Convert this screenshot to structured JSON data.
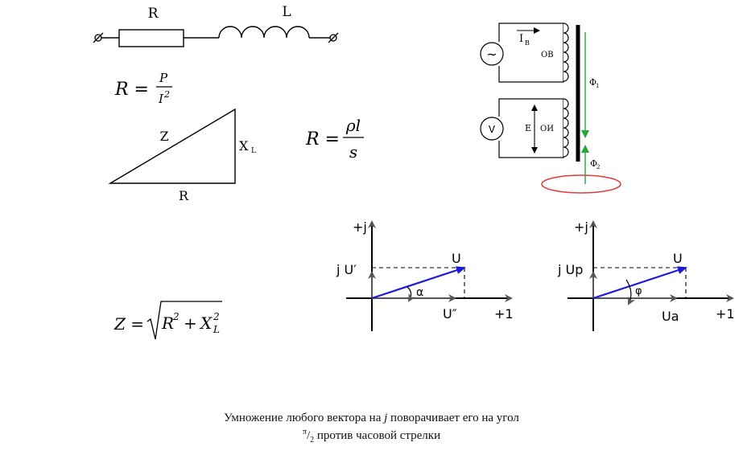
{
  "circuit": {
    "resistor_label": "R",
    "inductor_label": "L"
  },
  "formulas": {
    "r_lhs": "R =",
    "r_num": "P",
    "r_den": "I",
    "r_den_exp": "2",
    "rho_lhs": "R =",
    "rho_num": "ρl",
    "rho_den": "s",
    "z_lhs": "Z =",
    "z_r": "R",
    "z_r_exp": "2",
    "z_plus": "+",
    "z_x": "X",
    "z_x_exp": "2",
    "z_x_sub": "L"
  },
  "triangle": {
    "hyp_label": "Z",
    "side_label_main": "X",
    "side_label_sub": "L",
    "base_label": "R"
  },
  "transformer": {
    "current_label": "I",
    "current_sub": "B",
    "winding1": "ОВ",
    "winding2": "ОИ",
    "emf_label": "E",
    "voltmeter": "V",
    "flux1": "Φ",
    "flux1_sub": "1",
    "flux2": "Φ",
    "flux2_sub": "2",
    "source_symbol": "~"
  },
  "phasor1": {
    "axis_imag": "+j",
    "axis_real": "+1",
    "imag_comp": "j  U′",
    "vector": "U",
    "angle": "α",
    "real_comp": "U″"
  },
  "phasor2": {
    "axis_imag": "+j",
    "axis_real": "+1",
    "imag_comp": "j  Up",
    "vector": "U",
    "angle": "φ",
    "real_comp": "Ua"
  },
  "caption": {
    "line1_a": "Умножение любого вектора на",
    "line1_j": "j",
    "line1_b": "поворачивает его на угол",
    "pi": "π",
    "two": "2",
    "line2": "против часовой стрелки"
  },
  "colors": {
    "vector": "#1a1ad6",
    "flux": "#22a83a",
    "ring": "#e03c3c"
  }
}
